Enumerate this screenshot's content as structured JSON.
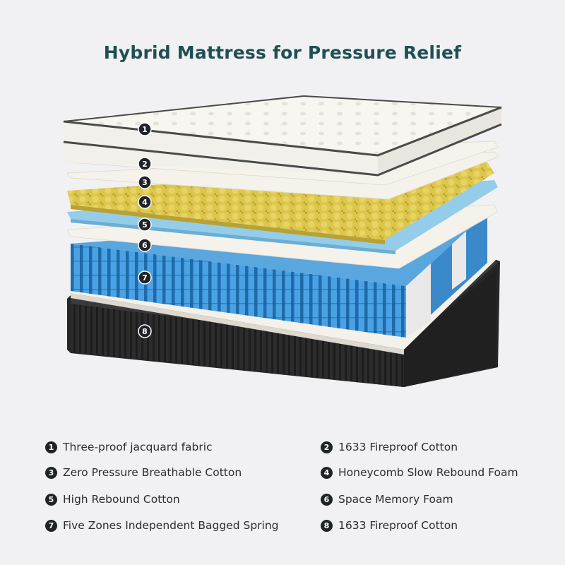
{
  "title": "Hybrid Mattress for Pressure Relief",
  "layers": [
    {
      "num": "1",
      "name": "Three-proof jacquard fabric"
    },
    {
      "num": "2",
      "name": "1633 Fireproof Cotton"
    },
    {
      "num": "3",
      "name": "Zero Pressure Breathable Cotton"
    },
    {
      "num": "4",
      "name": "Honeycomb Slow Rebound Foam"
    },
    {
      "num": "5",
      "name": "High Rebound Cotton"
    },
    {
      "num": "6",
      "name": "Space Memory Foam"
    },
    {
      "num": "7",
      "name": "Five Zones Independent Bagged Spring"
    },
    {
      "num": "8",
      "name": "1633 Fireproof Cotton"
    }
  ],
  "colors": {
    "title": "#1f4f53",
    "background": "#f1f1f3",
    "fabric": "#f6f5ef",
    "foam_yellow": "#d8c24a",
    "foam_blue": "#8fc9e6",
    "spring_blue": "#3c8fd3",
    "base": "#2a2a2a"
  }
}
